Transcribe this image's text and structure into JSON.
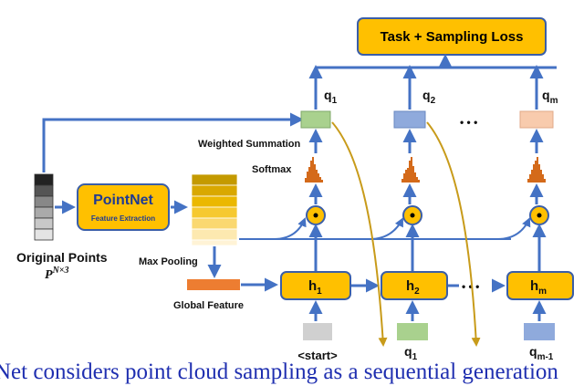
{
  "title_box": "Task + Sampling Loss",
  "pointnet": {
    "title": "PointNet",
    "subtitle": "Feature Extraction"
  },
  "labels": {
    "original_points": "Original Points",
    "original_points_math": "P",
    "original_points_sup": "N×3",
    "max_pooling": "Max Pooling",
    "global_feature": "Global Feature",
    "weighted_summation": "Weighted Summation",
    "softmax": "Softmax",
    "start": "<start>",
    "ellipsis": "• • •"
  },
  "steps": [
    {
      "hidden": "h",
      "hidden_sub": "1",
      "query": "q",
      "query_sub": "1"
    },
    {
      "hidden": "h",
      "hidden_sub": "2",
      "query": "q",
      "query_sub": "2"
    },
    {
      "hidden": "h",
      "hidden_sub": "m",
      "query": "q",
      "query_sub": "m"
    }
  ],
  "inputs": [
    {
      "label": "q",
      "sub": "1"
    },
    {
      "label": "q",
      "sub": "m-1"
    }
  ],
  "caption": "Net considers point cloud sampling as a sequential generation",
  "colors": {
    "box_fill": "#ffc000",
    "box_stroke": "#3a5ea8",
    "arrow": "#4472c4",
    "curve": "#c89b1a",
    "q1_fill": "#a9d18e",
    "q2_fill": "#8faadc",
    "qm_fill": "#f8cbad",
    "start_fill": "#d0d0d0",
    "caption": "#1f2fb0"
  }
}
